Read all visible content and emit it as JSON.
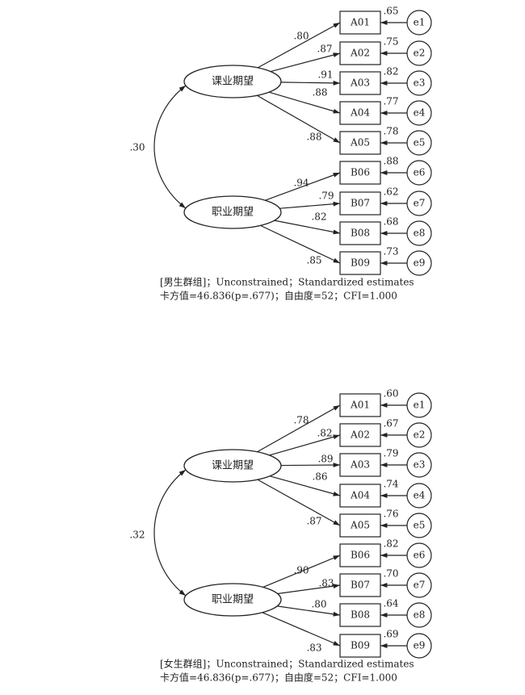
{
  "diagrams": [
    {
      "latents": [
        "课业期望",
        "职业期望"
      ],
      "covariance": ".30",
      "indicators": [
        "A01",
        "A02",
        "A03",
        "A04",
        "A05",
        "B06",
        "B07",
        "B08",
        "B09"
      ],
      "loadings": [
        ".80",
        ".87",
        ".91",
        ".88",
        ".88",
        ".94",
        ".79",
        ".82",
        ".85"
      ],
      "r2": [
        ".65",
        ".75",
        ".82",
        ".77",
        ".78",
        ".88",
        ".62",
        ".68",
        ".73"
      ],
      "errors": [
        "e1",
        "e2",
        "e3",
        "e4",
        "e5",
        "e6",
        "e7",
        "e8",
        "e9"
      ],
      "caption_line1": "[男生群组]；Unconstrained；Standardized estimates",
      "caption_line2": "卡方值=46.836(p=.677)；自由度=52；CFI=1.000"
    },
    {
      "latents": [
        "课业期望",
        "职业期望"
      ],
      "covariance": ".32",
      "indicators": [
        "A01",
        "A02",
        "A03",
        "A04",
        "A05",
        "B06",
        "B07",
        "B08",
        "B09"
      ],
      "loadings": [
        ".78",
        ".82",
        ".89",
        ".86",
        ".87",
        ".90",
        ".83",
        ".80",
        ".83"
      ],
      "r2": [
        ".60",
        ".67",
        ".79",
        ".74",
        ".76",
        ".82",
        ".70",
        ".64",
        ".69"
      ],
      "errors": [
        "e1",
        "e2",
        "e3",
        "e4",
        "e5",
        "e6",
        "e7",
        "e8",
        "e9"
      ],
      "caption_line1": "[女生群组]；Unconstrained；Standardized estimates",
      "caption_line2": "卡方值=46.836(p=.677)；自由度=52；CFI=1.000"
    }
  ]
}
